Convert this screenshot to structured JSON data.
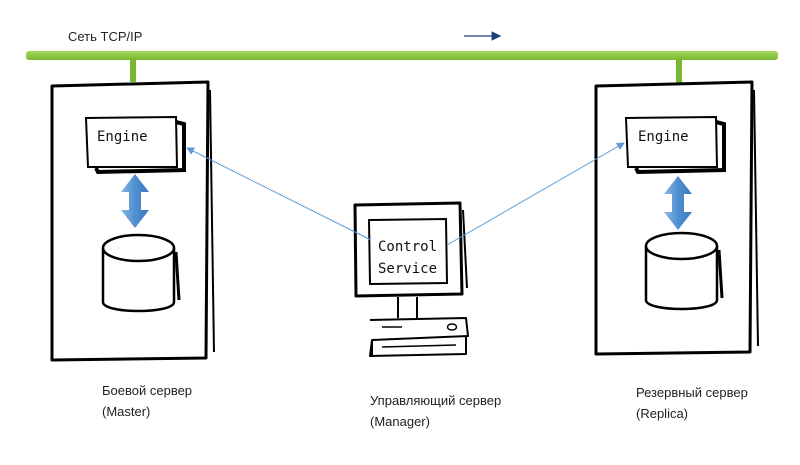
{
  "network": {
    "label": "Сеть TCP/IP",
    "bus_color": "#8cc63f"
  },
  "servers": {
    "master": {
      "engine_label": "Engine",
      "caption_line1": "Боевой сервер",
      "caption_line2": "(Master)"
    },
    "replica": {
      "engine_label": "Engine",
      "caption_line1": "Резервный сервер",
      "caption_line2": "(Replica)"
    },
    "manager": {
      "screen_line1": "Control",
      "screen_line2": "Service",
      "caption_line1": "Управляющий сервер",
      "caption_line2": "(Manager)"
    }
  },
  "colors": {
    "sync_arrow": "#5b9bd5",
    "connection_line": "#5b9bd5",
    "direction_arrow": "#1f3f7a",
    "outline": "#000000"
  },
  "icons": {
    "database": "database-icon",
    "sync_arrow": "double-arrow-icon",
    "workstation": "computer-icon"
  }
}
